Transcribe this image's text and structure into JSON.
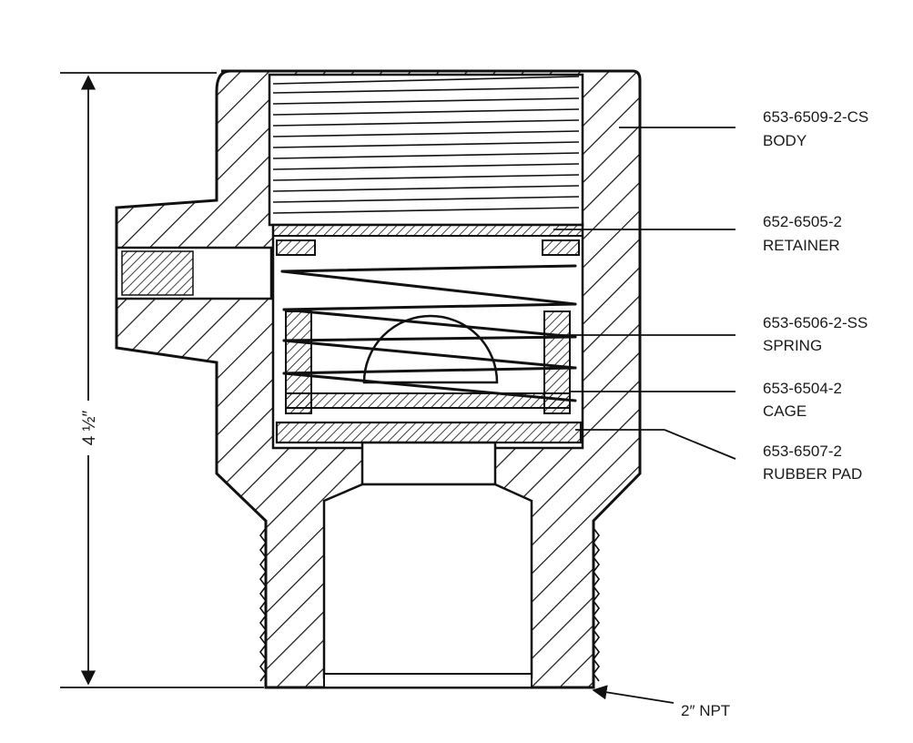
{
  "callouts": [
    {
      "part": "653-6509-2-CS",
      "name": "BODY"
    },
    {
      "part": "652-6505-2",
      "name": "RETAINER"
    },
    {
      "part": "653-6506-2-SS",
      "name": "SPRING"
    },
    {
      "part": "653-6504-2",
      "name": "CAGE"
    },
    {
      "part": "653-6507-2",
      "name": "RUBBER PAD"
    }
  ],
  "dimension": {
    "height": "4 ½″"
  },
  "connection": {
    "label": "2″ NPT"
  }
}
